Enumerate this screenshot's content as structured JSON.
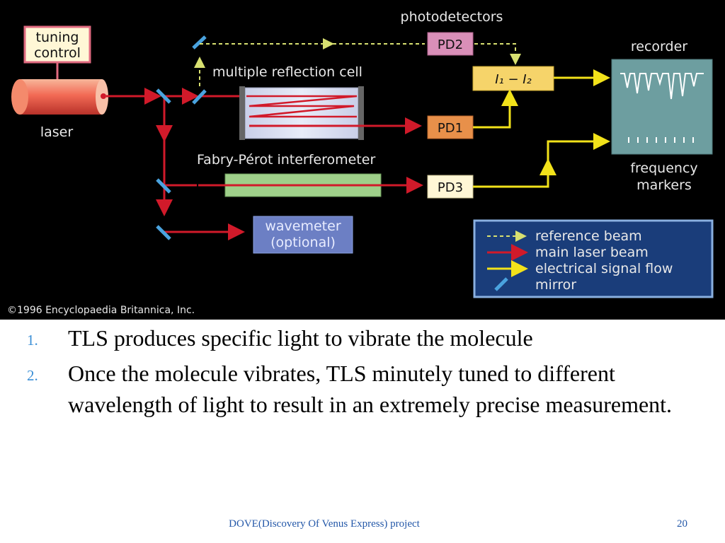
{
  "diagram": {
    "labels": {
      "tuning_control_line1": "tuning",
      "tuning_control_line2": "control",
      "laser": "laser",
      "photodetectors": "photodetectors",
      "multiple_reflection_cell": "multiple reflection cell",
      "fabry_perot": "Fabry-Pérot interferometer",
      "recorder": "recorder",
      "frequency_markers_line1": "frequency",
      "frequency_markers_line2": "markers",
      "pd1": "PD1",
      "pd2": "PD2",
      "pd3": "PD3",
      "difference": "I₁ − I₂",
      "wavemeter_line1": "wavemeter",
      "wavemeter_line2": "(optional)",
      "copyright": "©1996 Encyclopaedia Britannica, Inc."
    },
    "legend": [
      {
        "label": "reference beam",
        "style": "dashed",
        "color": "#d8e070"
      },
      {
        "label": "main laser beam",
        "style": "solid",
        "color": "#d11a2a"
      },
      {
        "label": "electrical signal flow",
        "style": "solid",
        "color": "#f2e21a"
      },
      {
        "label": "mirror",
        "style": "mirror",
        "color": "#4aa3df"
      }
    ],
    "colors": {
      "background": "#000000",
      "laser_beam": "#d11a2a",
      "signal": "#f2e21a",
      "reference": "#d8e070",
      "mirror": "#4aa3df",
      "pd1": "#e8904a",
      "pd2": "#d98fb8",
      "pd3": "#fff7d6",
      "diff_box": "#f6d46a",
      "recorder": "#6d9ea0",
      "wavemeter": "#6c7fc4",
      "legend_box": "#1a3d7a",
      "fabry_perot": "#9fd08a"
    }
  },
  "bullets": [
    {
      "number": "1.",
      "text": "TLS produces specific light to vibrate the molecule"
    },
    {
      "number": "2.",
      "text": "Once the molecule vibrates, TLS minutely tuned to different wavelength of light to result in an extremely precise measurement."
    }
  ],
  "footer": {
    "text": "DOVE(Discovery Of Venus Express) project",
    "page_number": "20"
  }
}
